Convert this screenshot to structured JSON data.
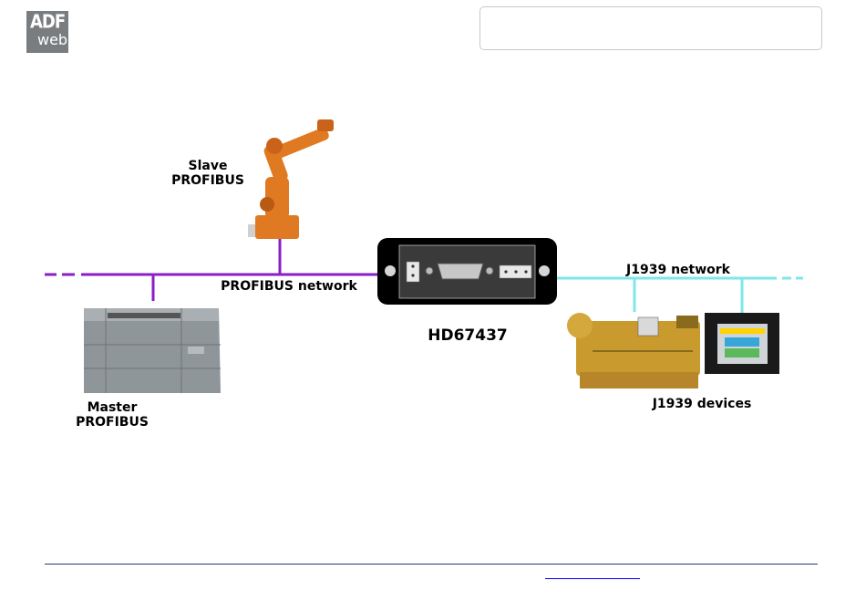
{
  "logo": {
    "line1": "ADF",
    "line2": "web"
  },
  "labels": {
    "slave": "Slave\nPROFIBUS",
    "profibus_network": "PROFIBUS network",
    "product": "HD67437",
    "j1939_network": "J1939 network",
    "master": "Master\nPROFIBUS",
    "j1939_devices": "J1939 devices"
  },
  "colors": {
    "profibus_line": "#8a1fc8",
    "j1939_line": "#7fe6ea",
    "robot": "#e07a22",
    "engine": "#c99a2e",
    "plc": "#8f9699"
  }
}
